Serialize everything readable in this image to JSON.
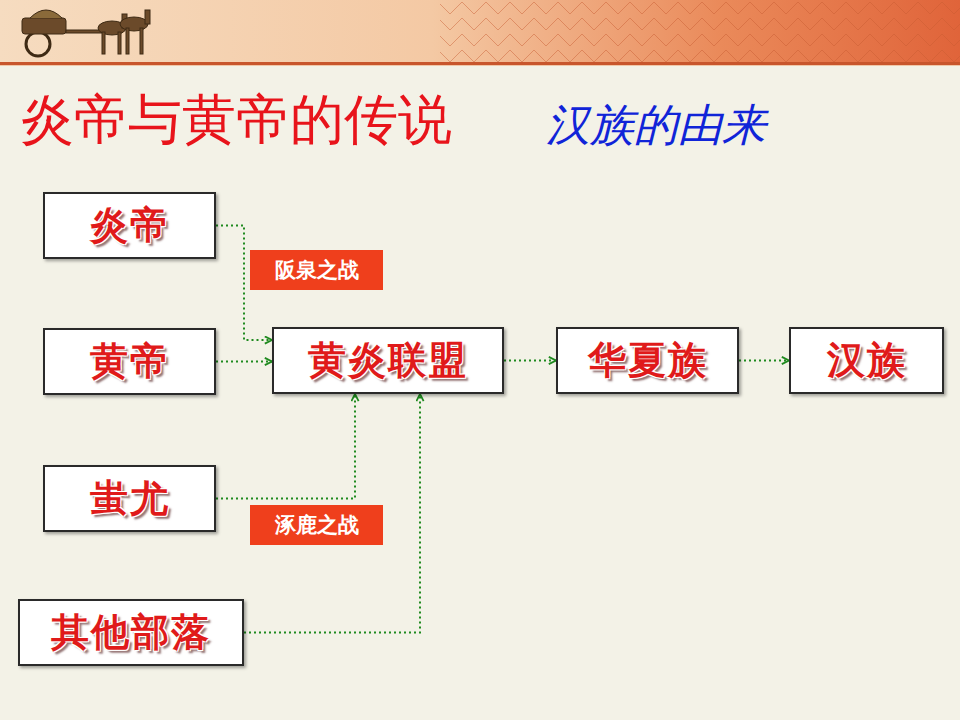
{
  "diagram": {
    "title": "炎帝与黄帝的传说",
    "nodes": [
      {
        "text": [
          "炎帝"
        ]
      },
      {
        "text": [
          "黄帝"
        ]
      },
      {
        "text": [
          "黄炎联盟"
        ]
      },
      {
        "text": [
          "华夏族"
        ]
      },
      {
        "text": [
          "汉族"
        ]
      },
      {
        "text": [
          "蚩尤"
        ]
      },
      {
        "text": [
          "其他部落"
        ]
      }
    ],
    "edges": [
      {
        "from": 0,
        "to": 2,
        "arrow": "to",
        "label": "阪泉之战"
      },
      {
        "from": 1,
        "to": 2,
        "arrow": "to"
      },
      {
        "from": 2,
        "to": 3,
        "arrow": "to"
      },
      {
        "from": 3,
        "to": 4,
        "arrow": "to"
      },
      {
        "from": 5,
        "to": 2,
        "arrow": "to",
        "label": "涿鹿之战"
      },
      {
        "from": 6,
        "to": 2,
        "arrow": "to"
      }
    ],
    "labels": [
      "汉族的由来"
    ]
  }
}
